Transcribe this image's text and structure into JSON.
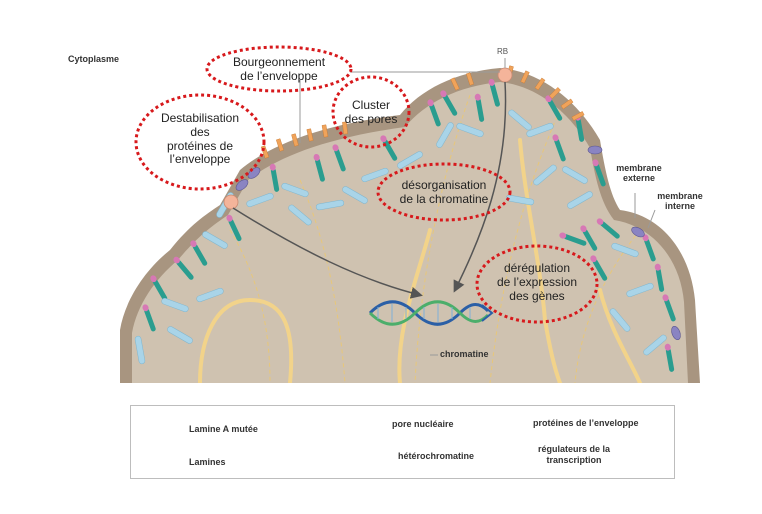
{
  "labels": {
    "cytoplasme": "Cytoplasme",
    "rb": "RB",
    "bourgeonnement": [
      "Bourgeonnement",
      "de l’enveloppe"
    ],
    "cluster": [
      "Cluster",
      "des pores"
    ],
    "destabilisation": [
      "Destabilisation",
      "des",
      "protéines de",
      "l’enveloppe"
    ],
    "desorganisation": [
      "désorganisation",
      "de la chromatine"
    ],
    "deregulation": [
      "dérégulation",
      "de l’expression",
      "des gènes"
    ],
    "membrane_externe": [
      "membrane",
      "externe"
    ],
    "membrane_interne": [
      "membrane",
      "interne"
    ],
    "chromatine": "chromatine"
  },
  "legend": {
    "lamine_a_mutee": "Lamine A mutée",
    "lamines": "Lamines",
    "pore_nucleaire": "pore nucléaire",
    "heterochromatine": "hétérochromatine",
    "proteines_enveloppe": "protéines de l’enveloppe",
    "regulateurs": [
      "régulateurs de la",
      "transcription"
    ]
  },
  "colors": {
    "nucleoplasm": "#cfc2b0",
    "envelope": "#a89580",
    "lamin_mutant": "#2a9d8f",
    "lamin_mutant_tip": "#d778b5",
    "lamin_normal": "#a9d4e8",
    "pore": "#f0a35a",
    "envelope_protein": "#8a84c2",
    "regulator": "#f4b49a",
    "heterochromatin": "#f2d38a",
    "highlight": "#d7191c"
  },
  "icons": [
    "lamin-a-mutant-icon",
    "lamin-icon",
    "nuclear-pore-icon",
    "heterochromatin-icon",
    "envelope-protein-icon",
    "transcription-regulator-icon",
    "dna-helix-icon"
  ]
}
